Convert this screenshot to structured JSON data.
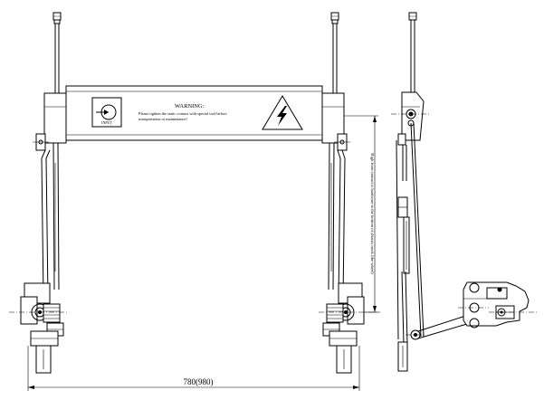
{
  "warning_plate": {
    "title": "WARNING:",
    "line1": "Please tighten the static contact with special tool before",
    "line2": "transportation or maintenance!",
    "input_label": "INPUT"
  },
  "dimensions": {
    "width_label": "780(980)",
    "vertical_label": "High from contact is hardware to the bottom of chassis truck (the wheel)"
  },
  "icons": [
    "input-symbol-icon",
    "high-voltage-warning-icon"
  ]
}
